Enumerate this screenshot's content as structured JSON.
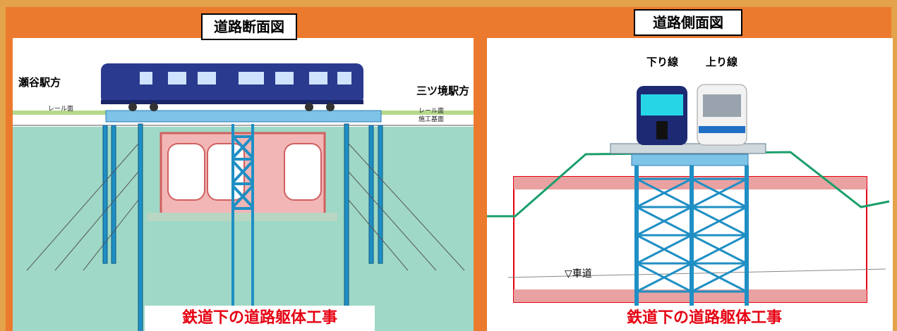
{
  "left": {
    "title": "道路断面図",
    "station_left": "瀬谷駅方",
    "station_right": "三ツ境駅方",
    "rail_level_left": "レール面",
    "rail_level_right": "レール面",
    "construction_level": "施工基面",
    "caption": "鉄道下の道路躯体工事"
  },
  "right": {
    "title": "道路側面図",
    "down_line": "下り線",
    "up_line": "上り線",
    "roadway": "▽車道",
    "caption": "鉄道下の道路躯体工事"
  },
  "colors": {
    "frame": "#ec7a2e",
    "ground": "#9fd8c6",
    "steel": "#1f8fc4",
    "box_culvert": "#e07c7c",
    "caption_text": "#e60012",
    "train_left": "#2a3a8f",
    "track_green": "#1a9e6a"
  }
}
